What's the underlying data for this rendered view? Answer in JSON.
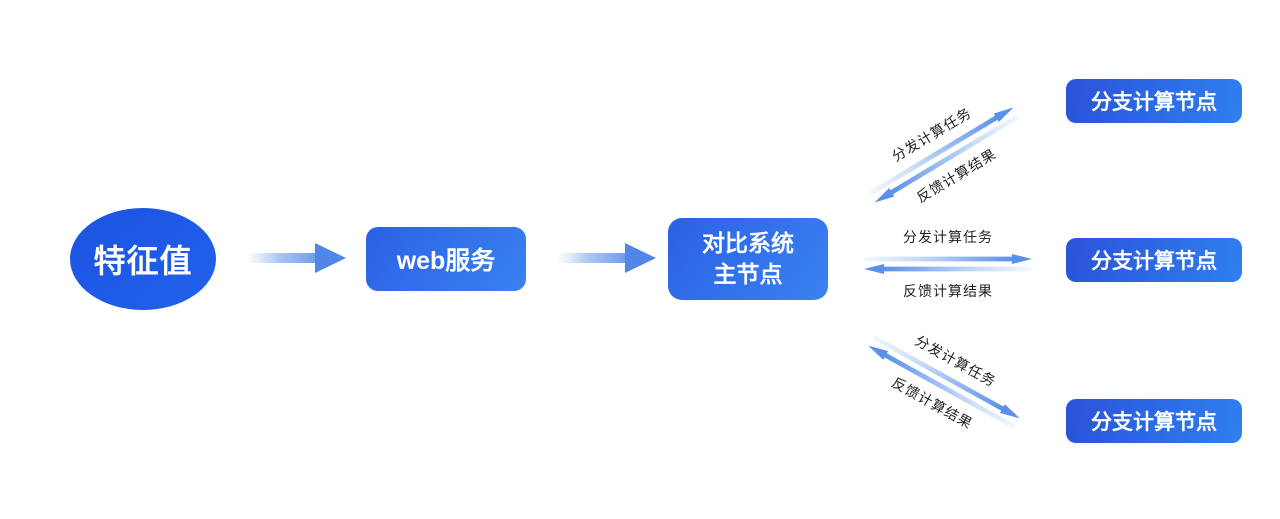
{
  "diagram": {
    "nodes": {
      "feature": {
        "label": "特征值"
      },
      "web": {
        "label": "web服务"
      },
      "master": {
        "line1": "对比系统",
        "line2": "主节点"
      },
      "branches": [
        {
          "label": "分支计算节点"
        },
        {
          "label": "分支计算节点"
        },
        {
          "label": "分支计算节点"
        }
      ]
    },
    "links": {
      "top": {
        "dispatch": "分发计算任务",
        "feedback": "反馈计算结果"
      },
      "middle": {
        "dispatch": "分发计算任务",
        "feedback": "反馈计算结果"
      },
      "bottom": {
        "dispatch": "分发计算任务",
        "feedback": "反馈计算结果"
      }
    },
    "colors": {
      "background": "#ffffff",
      "node_gradient_start": "#2b61e5",
      "node_gradient_end": "#3a82f0",
      "branch_gradient_start": "#2a52d9",
      "branch_gradient_end": "#2f80ef",
      "arrow_head_blue": "#4f88e8",
      "arrow_tail_light": "#f3f8fd",
      "label_text": "#1f1f1f",
      "node_text": "#ffffff"
    }
  }
}
